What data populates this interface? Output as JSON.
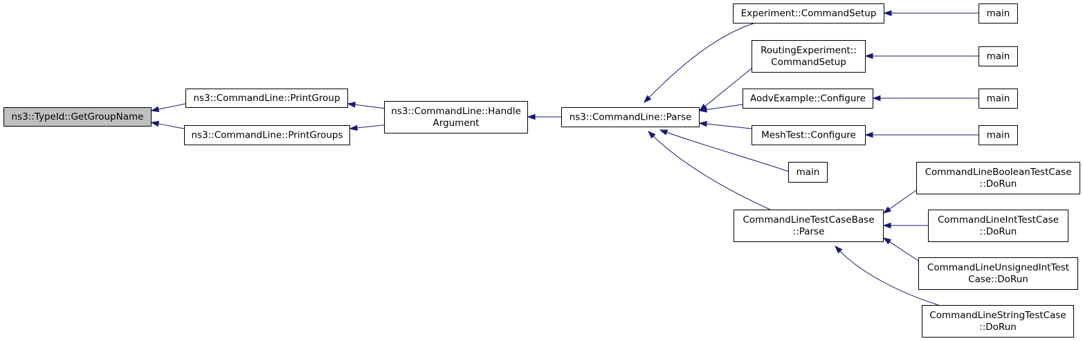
{
  "graph": {
    "nodes": [
      {
        "id": "gettypegroup",
        "lines": [
          "ns3::TypeId::GetGroupName"
        ],
        "root": true
      },
      {
        "id": "printgroup",
        "lines": [
          "ns3::CommandLine::PrintGroup"
        ]
      },
      {
        "id": "printgroups",
        "lines": [
          "ns3::CommandLine::PrintGroups"
        ]
      },
      {
        "id": "handleargument",
        "lines": [
          "ns3::CommandLine::Handle",
          "Argument"
        ]
      },
      {
        "id": "parse",
        "lines": [
          "ns3::CommandLine::Parse"
        ]
      },
      {
        "id": "experiment-commandsetup",
        "lines": [
          "Experiment::CommandSetup"
        ]
      },
      {
        "id": "routingexperiment-commandsetup",
        "lines": [
          "RoutingExperiment::",
          "CommandSetup"
        ]
      },
      {
        "id": "aodvexample-configure",
        "lines": [
          "AodvExample::Configure"
        ]
      },
      {
        "id": "meshtest-configure",
        "lines": [
          "MeshTest::Configure"
        ]
      },
      {
        "id": "main-parse",
        "lines": [
          "main"
        ]
      },
      {
        "id": "testcasebase-parse",
        "lines": [
          "CommandLineTestCaseBase",
          "::Parse"
        ]
      },
      {
        "id": "main-experiment",
        "lines": [
          "main"
        ]
      },
      {
        "id": "main-routing",
        "lines": [
          "main"
        ]
      },
      {
        "id": "main-aodv",
        "lines": [
          "main"
        ]
      },
      {
        "id": "main-mesh",
        "lines": [
          "main"
        ]
      },
      {
        "id": "boolean-dorun",
        "lines": [
          "CommandLineBooleanTestCase",
          "::DoRun"
        ]
      },
      {
        "id": "int-dorun",
        "lines": [
          "CommandLineIntTestCase",
          "::DoRun"
        ]
      },
      {
        "id": "unsignedint-dorun",
        "lines": [
          "CommandLineUnsignedIntTest",
          "Case::DoRun"
        ]
      },
      {
        "id": "string-dorun",
        "lines": [
          "CommandLineStringTestCase",
          "::DoRun"
        ]
      }
    ],
    "edges": [
      {
        "from": "printgroup",
        "to": "gettypegroup"
      },
      {
        "from": "printgroups",
        "to": "gettypegroup"
      },
      {
        "from": "handleargument",
        "to": "printgroup"
      },
      {
        "from": "handleargument",
        "to": "printgroups"
      },
      {
        "from": "parse",
        "to": "handleargument"
      },
      {
        "from": "experiment-commandsetup",
        "to": "parse"
      },
      {
        "from": "routingexperiment-commandsetup",
        "to": "parse"
      },
      {
        "from": "aodvexample-configure",
        "to": "parse"
      },
      {
        "from": "meshtest-configure",
        "to": "parse"
      },
      {
        "from": "main-parse",
        "to": "parse"
      },
      {
        "from": "testcasebase-parse",
        "to": "parse"
      },
      {
        "from": "main-experiment",
        "to": "experiment-commandsetup"
      },
      {
        "from": "main-routing",
        "to": "routingexperiment-commandsetup"
      },
      {
        "from": "main-aodv",
        "to": "aodvexample-configure"
      },
      {
        "from": "main-mesh",
        "to": "meshtest-configure"
      },
      {
        "from": "boolean-dorun",
        "to": "testcasebase-parse"
      },
      {
        "from": "int-dorun",
        "to": "testcasebase-parse"
      },
      {
        "from": "unsignedint-dorun",
        "to": "testcasebase-parse"
      },
      {
        "from": "string-dorun",
        "to": "testcasebase-parse"
      }
    ],
    "colors": {
      "edge": "#191970",
      "root_fill": "#bfbfbf",
      "node_fill": "#ffffff",
      "node_border": "#000000"
    }
  }
}
